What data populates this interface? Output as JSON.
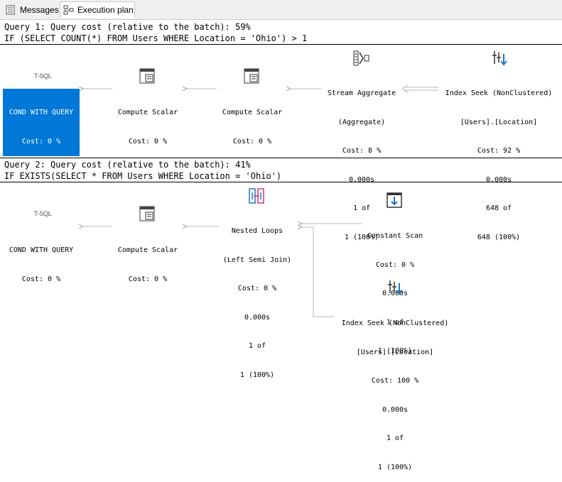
{
  "tabs": [
    {
      "label": "Messages",
      "icon": "messages-icon"
    },
    {
      "label": "Execution plan",
      "icon": "execution-plan-icon",
      "active": true
    }
  ],
  "query1": {
    "header": "Query 1: Query cost (relative to the batch): 59%",
    "sql": "IF (SELECT COUNT(*) FROM Users WHERE Location = 'Ohio') > 1",
    "nodes": {
      "tsql": {
        "badge": "T-SQL",
        "lines": [
          "COND WITH QUERY",
          "Cost: 0 %"
        ]
      },
      "compute1": {
        "lines": [
          "Compute Scalar",
          "Cost: 0 %"
        ]
      },
      "compute2": {
        "lines": [
          "Compute Scalar",
          "Cost: 0 %"
        ]
      },
      "stream": {
        "lines": [
          "Stream Aggregate",
          "(Aggregate)",
          "Cost: 8 %",
          "0.000s",
          "1 of",
          "1 (100%)"
        ]
      },
      "seek": {
        "lines": [
          "Index Seek (NonClustered)",
          "[Users].[Location]",
          "Cost: 92 %",
          "0.000s",
          "648 of",
          "648 (100%)"
        ]
      }
    }
  },
  "query2": {
    "header": "Query 2: Query cost (relative to the batch): 41%",
    "sql": "IF EXISTS(SELECT * FROM Users WHERE Location = 'Ohio')",
    "nodes": {
      "tsql": {
        "badge": "T-SQL",
        "lines": [
          "COND WITH QUERY",
          "Cost: 0 %"
        ]
      },
      "compute": {
        "lines": [
          "Compute Scalar",
          "Cost: 0 %"
        ]
      },
      "loops": {
        "lines": [
          "Nested Loops",
          "(Left Semi Join)",
          "Cost: 0 %",
          "0.000s",
          "1 of",
          "1 (100%)"
        ]
      },
      "constant": {
        "lines": [
          "Constant Scan",
          "Cost: 0 %",
          "0.000s",
          "1 of",
          "1 (100%)"
        ]
      },
      "seek": {
        "lines": [
          "Index Seek (NonClustered)",
          "[Users].[Location]",
          "Cost: 100 %",
          "0.000s",
          "1 of",
          "1 (100%)"
        ]
      }
    }
  },
  "colors": {
    "selection": "#0078d7",
    "icon_blue": "#1e78c8",
    "icon_pink": "#d6337a"
  }
}
